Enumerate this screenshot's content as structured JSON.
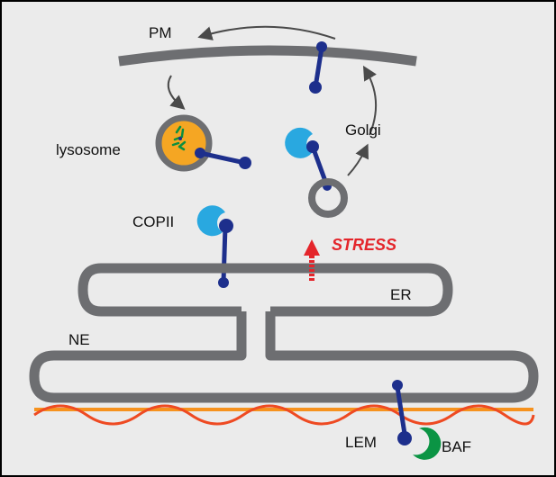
{
  "labels": {
    "pm": "PM",
    "lysosome": "lysosome",
    "golgi": "Golgi",
    "copii": "COPII",
    "stress": "STRESS",
    "er": "ER",
    "ne": "NE",
    "lem": "LEM",
    "baf": "BAF"
  },
  "colors": {
    "background": "#ebebeb",
    "membrane": "#6d6e71",
    "protein": "#1d2f8c",
    "copii_coat": "#29a8e0",
    "baf": "#0b9444",
    "lysosome_lumen": "#f5a623",
    "stress_arrow": "#e4252b",
    "lamina_orange": "#f6921e",
    "lamina_red": "#ee4a22"
  }
}
